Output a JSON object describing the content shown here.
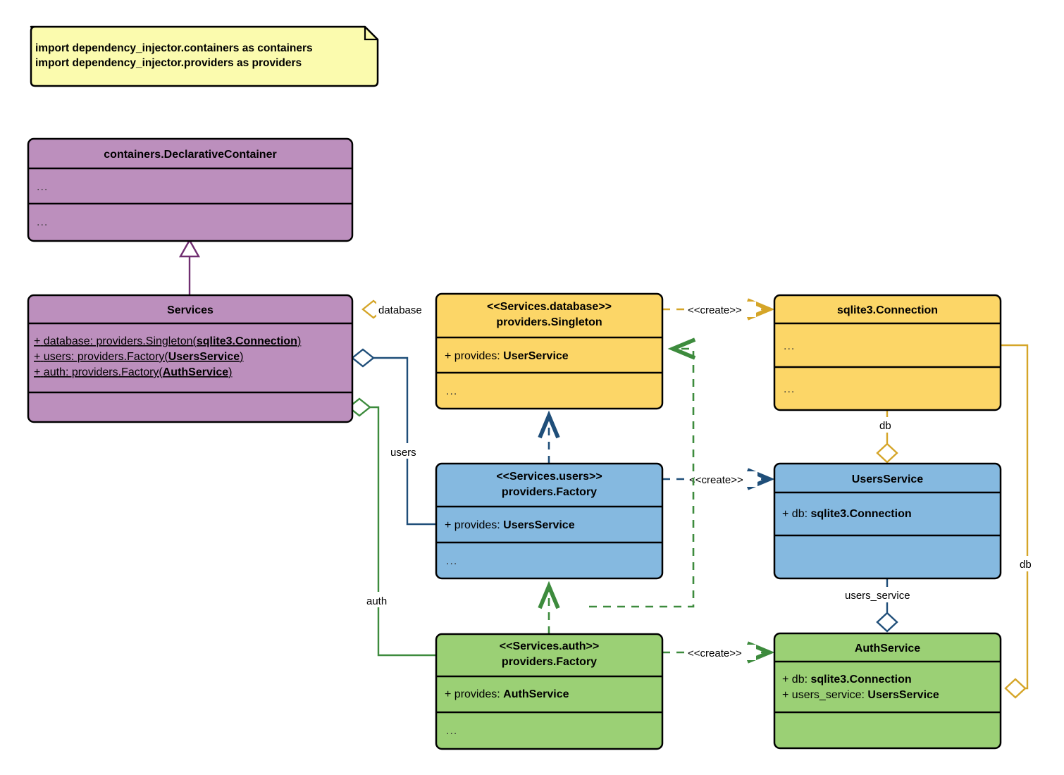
{
  "diagram": {
    "title": "dependency_injector containers and providers UML class diagram",
    "note": {
      "line1": "import dependency_injector.containers as containers",
      "line2": "import dependency_injector.providers as providers",
      "fill": "#fbfbae",
      "stroke": "#000000"
    },
    "colors": {
      "purple_fill": "#bc8fbd",
      "purple_line": "#702e70",
      "yellow_fill": "#fcd667",
      "yellow_line": "#d5a528",
      "blue_fill": "#85b9e0",
      "blue_line": "#1f4e79",
      "green_fill": "#9bd075",
      "green_line": "#3d8b3d",
      "box_stroke": "#000000",
      "background": "#ffffff"
    },
    "classes": [
      {
        "id": "declarative-container",
        "name": "containers.DeclarativeContainer",
        "stereotype": "",
        "attributes": [],
        "compartment2": "...",
        "compartment3": "...",
        "fill": "#bc8fbd"
      },
      {
        "id": "services",
        "name": "Services",
        "stereotype": "",
        "attributes": [
          {
            "visibility": "+",
            "label": "database: providers.Singleton(",
            "type": "sqlite3.Connection",
            "suffix": ")"
          },
          {
            "visibility": "+",
            "label": "users: providers.Factory(",
            "type": "UsersService",
            "suffix": ")"
          },
          {
            "visibility": "+",
            "label": "auth: providers.Factory(",
            "type": "AuthService",
            "suffix": ")"
          }
        ],
        "compartment3": "",
        "fill": "#bc8fbd"
      },
      {
        "id": "services-database",
        "name": "providers.Singleton",
        "stereotype": "<<Services.database>>",
        "attributes": [
          {
            "visibility": "+",
            "label": "provides: ",
            "type": "UserService",
            "suffix": ""
          }
        ],
        "compartment3": "...",
        "fill": "#fcd667"
      },
      {
        "id": "sqlite3-connection",
        "name": "sqlite3.Connection",
        "stereotype": "",
        "attributes": [],
        "compartment2": "...",
        "compartment3": "...",
        "fill": "#fcd667"
      },
      {
        "id": "services-users",
        "name": "providers.Factory",
        "stereotype": "<<Services.users>>",
        "attributes": [
          {
            "visibility": "+",
            "label": "provides: ",
            "type": "UsersService",
            "suffix": ""
          }
        ],
        "compartment3": "...",
        "fill": "#85b9e0"
      },
      {
        "id": "users-service",
        "name": "UsersService",
        "stereotype": "",
        "attributes": [
          {
            "visibility": "+",
            "label": "db: ",
            "type": "sqlite3.Connection",
            "suffix": ""
          }
        ],
        "compartment3": "",
        "fill": "#85b9e0"
      },
      {
        "id": "services-auth",
        "name": "providers.Factory",
        "stereotype": "<<Services.auth>>",
        "attributes": [
          {
            "visibility": "+",
            "label": "provides: ",
            "type": "AuthService",
            "suffix": ""
          }
        ],
        "compartment3": "...",
        "fill": "#9bd075"
      },
      {
        "id": "auth-service",
        "name": "AuthService",
        "stereotype": "",
        "attributes": [
          {
            "visibility": "+",
            "label": "db: ",
            "type": "sqlite3.Connection",
            "suffix": ""
          },
          {
            "visibility": "+",
            "label": "users_service: ",
            "type": "UsersService",
            "suffix": ""
          }
        ],
        "compartment3": "",
        "fill": "#9bd075"
      }
    ],
    "edge_labels": {
      "database": "database",
      "users": "users",
      "auth": "auth",
      "create_1": "<<create>>",
      "create_2": "<<create>>",
      "create_3": "<<create>>",
      "db_1": "db",
      "db_2": "db",
      "users_service": "users_service"
    }
  }
}
